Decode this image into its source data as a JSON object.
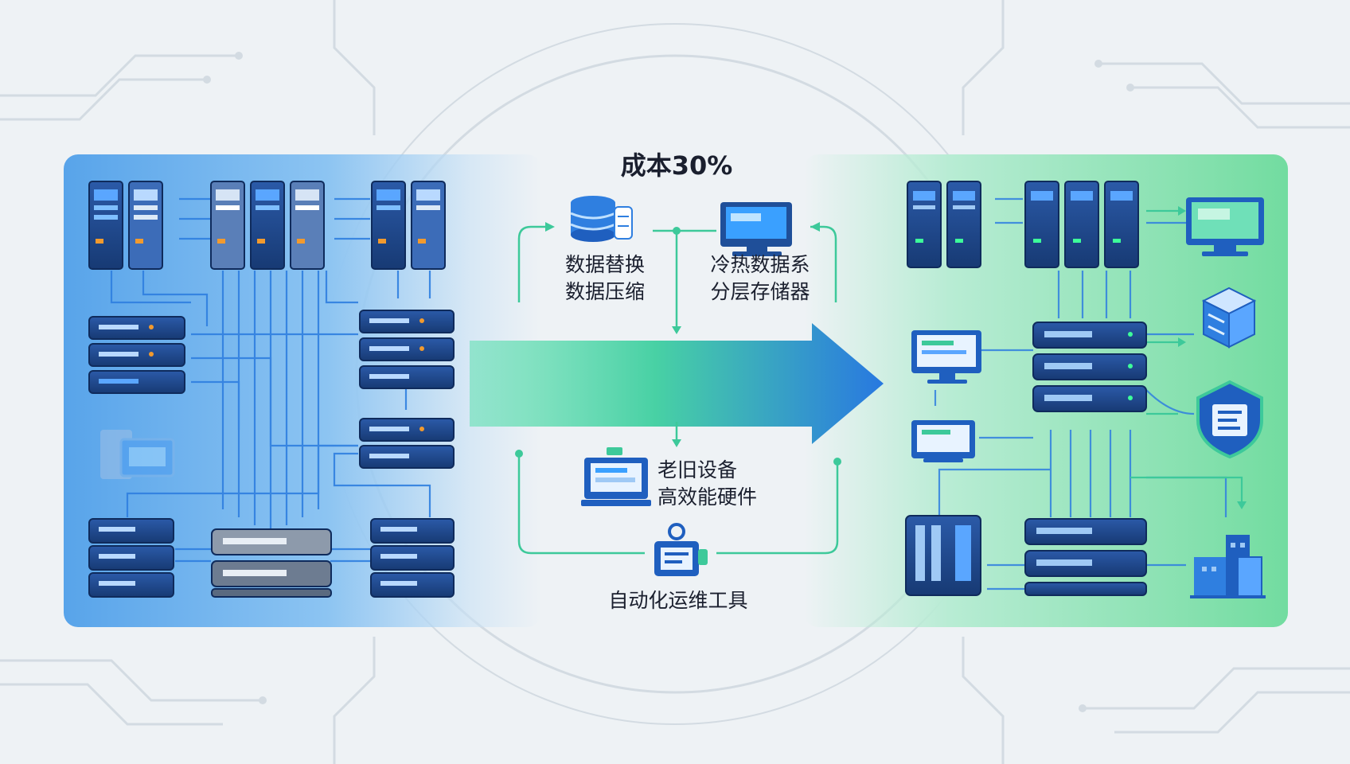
{
  "title": "成本30%",
  "methods": {
    "dedupe": {
      "line1": "数据替换",
      "line2": "数据压缩",
      "icon": "database-icon"
    },
    "tiering": {
      "line1": "冷热数据系",
      "line2": "分层存储器",
      "icon": "monitor-icon"
    },
    "hardware": {
      "line1": "老旧设备",
      "line2": "高效能硬件",
      "icon": "workstation-icon"
    },
    "automation": {
      "label": "自动化运维工具",
      "icon": "robot-icon"
    }
  },
  "colors": {
    "left_panel": "#58a4ea",
    "right_panel": "#72dca0",
    "arrow_start": "#5ee0b0",
    "arrow_end": "#1f72e0",
    "rack_dark": "#1e3f7a",
    "rack_accent": "#3aa0ff"
  }
}
